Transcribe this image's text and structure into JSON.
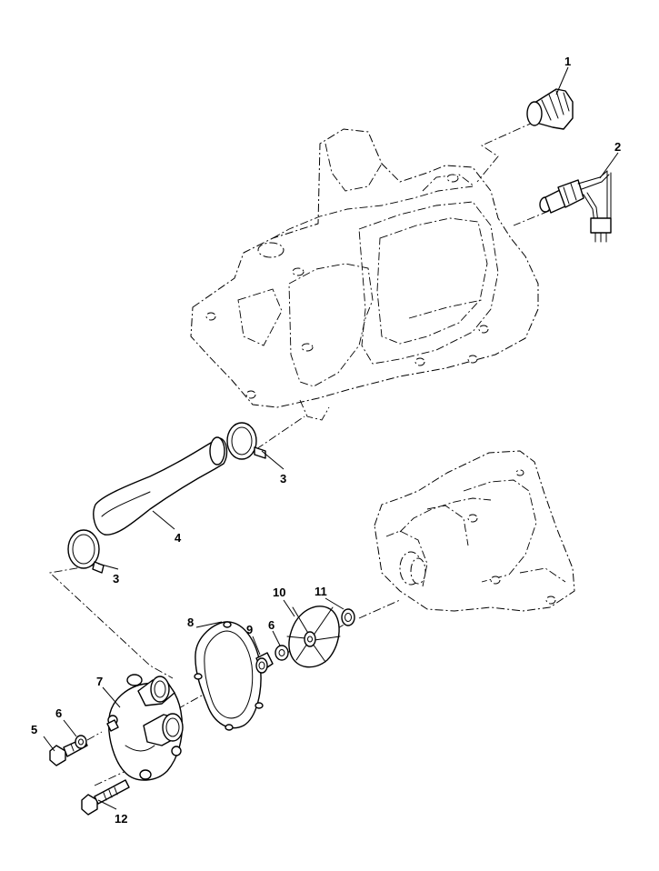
{
  "callouts": {
    "c1": "1",
    "c2": "2",
    "c3a": "3",
    "c3b": "3",
    "c4": "4",
    "c5": "5",
    "c6a": "6",
    "c6b": "6",
    "c7": "7",
    "c8": "8",
    "c9": "9",
    "c10": "10",
    "c11": "11",
    "c12": "12"
  }
}
